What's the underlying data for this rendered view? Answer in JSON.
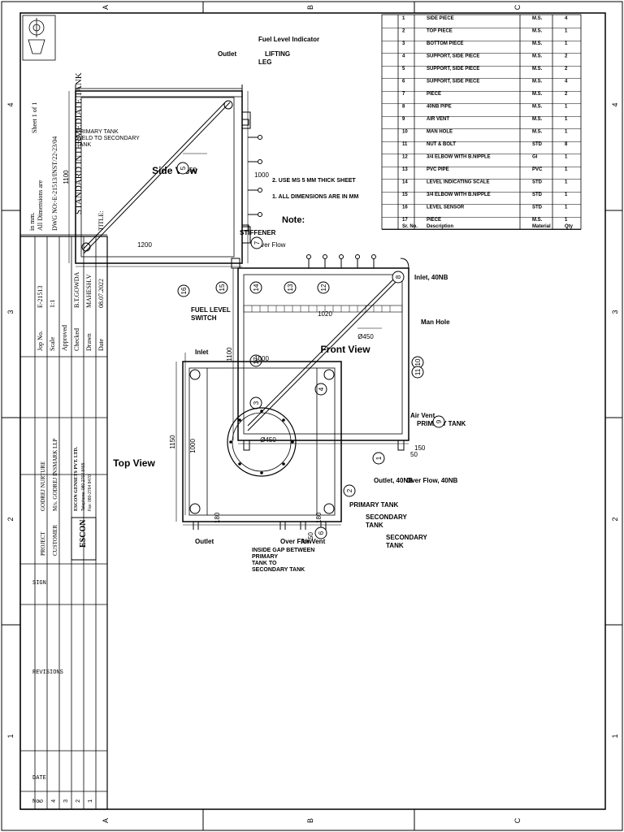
{
  "border": {
    "cols_top": [
      "A",
      "B",
      "C"
    ],
    "cols_bottom": [
      "A",
      "B",
      "C"
    ],
    "rows_left": [
      "1",
      "2",
      "3",
      "4"
    ],
    "rows_right": [
      "1",
      "2",
      "3",
      "4"
    ]
  },
  "side_view": {
    "title": "Side View",
    "labels": {
      "fuel_level_indicator": "Fuel Level Indicator",
      "lifting_leg_1": "LIFTING",
      "lifting_leg_2": "LEG",
      "outlet": "Outlet",
      "primary_tank_1": "PRIMARY TANK",
      "primary_tank_2": "WELD TO SECONDARY",
      "primary_tank_3": "TANK",
      "over_flow": "Over Flow",
      "stiffener": "STIFFENER"
    },
    "dims": {
      "width_top": "1000",
      "width_bottom": "1200",
      "height": "1100",
      "dia": "Ø450"
    },
    "balloons": {
      "b5": "5",
      "b7": "7"
    }
  },
  "front_view": {
    "title": "Front View",
    "labels": {
      "inlet_40nb": "Inlet, 40NB",
      "man_hole": "Man Hole",
      "air_vent": "Air Vent",
      "primary_tank": "PRIMARY TANK",
      "over_flow_40nb": "Over Flow, 40NB",
      "outlet_40nb": "Outlet, 40NB",
      "secondary_tank_1": "SECONDARY",
      "secondary_tank_2": "TANK"
    },
    "dims": {
      "width": "1020",
      "height": "1100",
      "d150": "150",
      "d50": "50",
      "dia": "Ø450"
    },
    "balloons": {
      "b8": "8",
      "b15": "15",
      "b14": "14",
      "b13": "13",
      "b12": "12",
      "b10": "10",
      "b11": "11",
      "b9": "9",
      "b17": "17",
      "b3": "3",
      "b4": "4",
      "b1": "1"
    }
  },
  "top_view": {
    "title": "Top View",
    "labels": {
      "fuel_level_1": "FUEL LEVEL",
      "fuel_level_2": "SWITCH",
      "inlet": "Inlet",
      "outlet": "Outlet",
      "over_flow": "Over Flow",
      "air_vent": "Air Vent",
      "primary_tank": "PRIMARY TANK",
      "secondary_tank_1": "SECONDARY",
      "secondary_tank_2": "TANK",
      "gap_1": "INSIDE GAP BETWEEN",
      "gap_2": "PRIMARY",
      "gap_3": "TANK TO",
      "gap_4": "SECONDARY TANK"
    },
    "dims": {
      "width": "1000",
      "outer": "1150",
      "inner": "1000",
      "d180a": "180",
      "d180b": "180",
      "d50": "50",
      "dia": "Ø450"
    },
    "balloons": {
      "b16": "16",
      "b2": "2",
      "b6": "6"
    }
  },
  "bom": {
    "headers": [
      "Sr. No.",
      "Description",
      "Material",
      "Qty"
    ],
    "rows": [
      [
        "1",
        "SIDE PIECE",
        "M.S.",
        "4"
      ],
      [
        "2",
        "TOP PIECE",
        "M.S.",
        "1"
      ],
      [
        "3",
        "BOTTOM PIECE",
        "M.S.",
        "1"
      ],
      [
        "4",
        "SUPPORT, SIDE PIECE",
        "M.S.",
        "2"
      ],
      [
        "5",
        "SUPPORT, SIDE PIECE",
        "M.S.",
        "2"
      ],
      [
        "6",
        "SUPPORT, SIDE PIECE",
        "M.S.",
        "4"
      ],
      [
        "7",
        "PIECE",
        "M.S.",
        "2"
      ],
      [
        "8",
        "40NB PIPE",
        "M.S.",
        "1"
      ],
      [
        "9",
        "AIR VENT",
        "M.S.",
        "1"
      ],
      [
        "10",
        "MAN HOLE",
        "M.S.",
        "1"
      ],
      [
        "11",
        "NUT & BOLT",
        "STD",
        "8"
      ],
      [
        "12",
        "3/4 ELBOW WITH B.NIPPLE",
        "GI",
        "1"
      ],
      [
        "13",
        "PVC PIPE",
        "PVC",
        "1"
      ],
      [
        "14",
        "LEVEL INDICATING SCALE",
        "STD",
        "1"
      ],
      [
        "15",
        "3/4 ELBOW WITH B.NIPPLE",
        "STD",
        "1"
      ],
      [
        "16",
        "LEVEL SENSOR",
        "STD",
        "1"
      ],
      [
        "17",
        "PIECE",
        "M.S.",
        "1"
      ]
    ]
  },
  "notes": {
    "title": "Note:",
    "items": [
      "1. ALL DIMENSIONS ARE IN MM",
      "2. USE MS 5 MM THICK SHEET"
    ]
  },
  "revision_block": {
    "headers": [
      "No.",
      "DATE",
      "REVISIONS",
      "SIGN"
    ],
    "numbers": [
      "5",
      "4",
      "3",
      "2",
      "1"
    ]
  },
  "company": {
    "logo": "ESCON",
    "name": "ESCON GENSETS PVT. LTD.",
    "address_1": "Telephone: 080-2764 8465",
    "address_2": "Fax: 080-2764 8470"
  },
  "customer": {
    "label": "CUSTOMER",
    "value": "M/s. GODREJ INSMARK LLP"
  },
  "project": {
    "label": "PROJECT",
    "value": "GODREJ NURTURE"
  },
  "title_block": {
    "date_label": "Date",
    "date_value": "08.07.2022",
    "drawn_label": "Drawn",
    "drawn_value": "MAHESH.V",
    "checked_label": "Checked",
    "checked_value": "B.T.GOWDA",
    "approved_label": "Approved",
    "approved_value": "",
    "scale_label": "Scale",
    "scale_value": "1:1",
    "job_label": "Jop No.",
    "job_value": "E-21513",
    "title_label": "TITLE:",
    "title_value": "STANDARD INTERMEDIATE TANK",
    "dwg_no": "DWG NO:-E-21513/INST/22-23/04",
    "dims_note_1": "All Dimensions are",
    "dims_note_2": "in mm.",
    "sheet": "Sheet 1 of 1"
  }
}
